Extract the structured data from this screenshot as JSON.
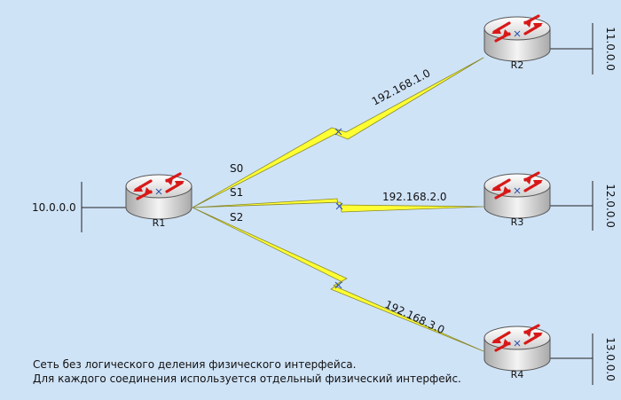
{
  "routers": {
    "r1": "R1",
    "r2": "R2",
    "r3": "R3",
    "r4": "R4"
  },
  "interfaces": {
    "s0": "S0",
    "s1": "S1",
    "s2": "S2"
  },
  "links": {
    "r1_r2": "192.168.1.0",
    "r1_r3": "192.168.2.0",
    "r1_r4": "192.168.3.0"
  },
  "lans": {
    "r1": "10.0.0.0",
    "r2": "11.0.0.0",
    "r3": "12.0.0.0",
    "r4": "13.0.0.0"
  },
  "caption": {
    "line1": "Сеть без логического деления физического интерфейса.",
    "line2": "Для каждого соединения используется отдельный физический интерфейс."
  },
  "colors": {
    "background": "#cfe3f7",
    "serial_link": "#ffff33",
    "router_arrows": "#e01818"
  }
}
